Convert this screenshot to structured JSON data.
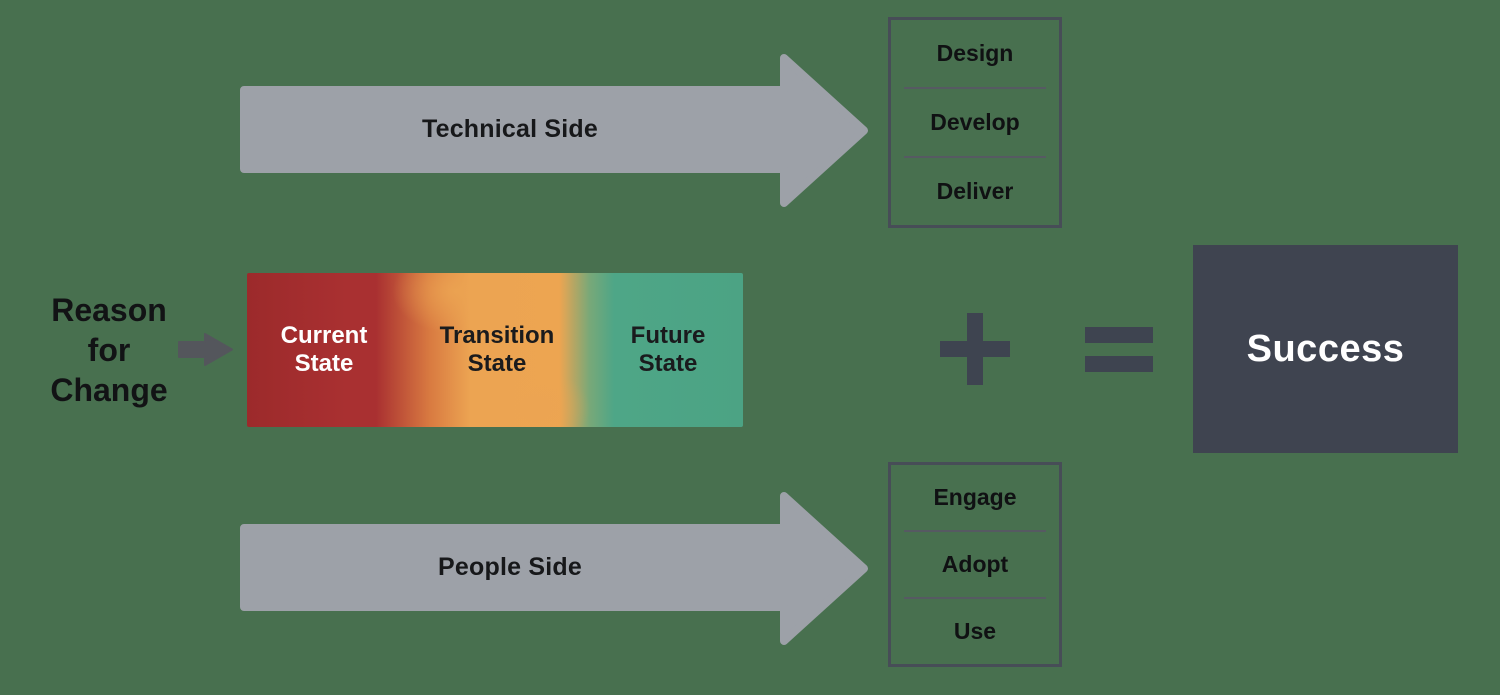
{
  "diagram": {
    "title_hint": "change-management-equation",
    "reason": {
      "lines": [
        "Reason",
        "for",
        "Change"
      ]
    },
    "technical": {
      "arrow_label": "Technical Side",
      "box_items": [
        "Design",
        "Develop",
        "Deliver"
      ]
    },
    "people": {
      "arrow_label": "People Side",
      "box_items": [
        "Engage",
        "Adopt",
        "Use"
      ]
    },
    "states": {
      "current": {
        "line1": "Current",
        "line2": "State"
      },
      "transition": {
        "line1": "Transition",
        "line2": "State"
      },
      "future": {
        "line1": "Future",
        "line2": "State"
      }
    },
    "operators": {
      "plus": "plus-icon",
      "equals": "equals-icon"
    },
    "result": {
      "label": "Success"
    },
    "colors": {
      "background": "#48704F",
      "arrow_gray": "#9DA1A8",
      "operator_slate": "#3E4450",
      "box_border": "#474D57",
      "success_bg": "#3F4450",
      "state_red": "#A93031",
      "state_orange": "#ECA452",
      "state_teal": "#4EA687"
    }
  }
}
